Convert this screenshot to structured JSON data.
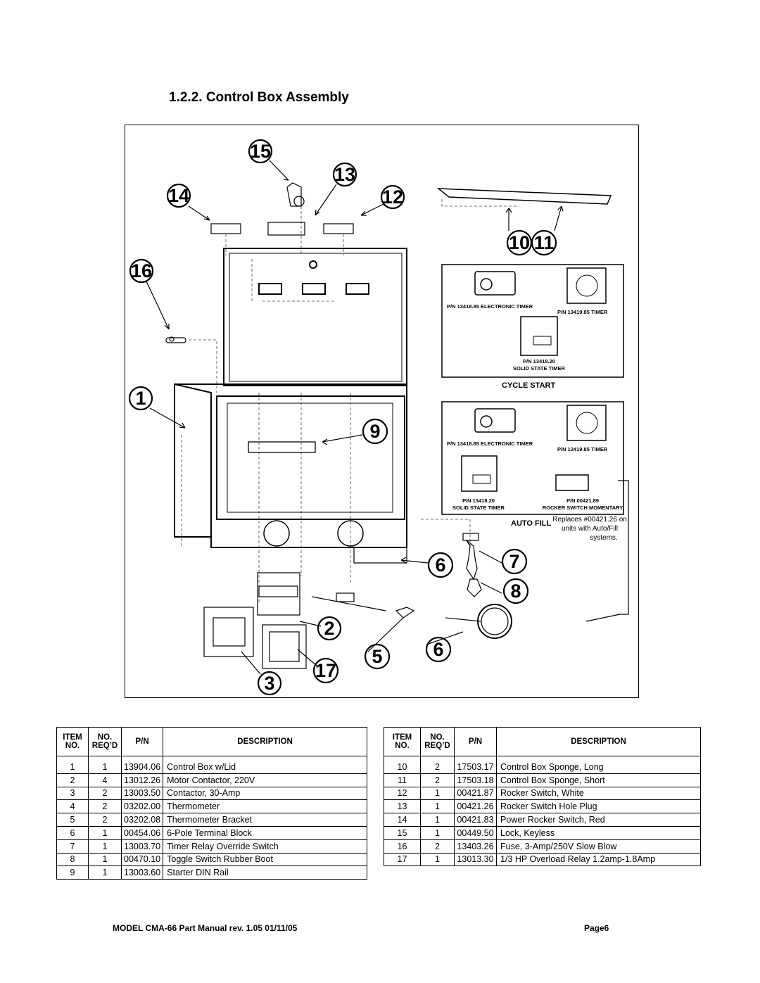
{
  "section_title": "1.2.2.  Control Box Assembly",
  "figure": {
    "callouts": [
      "15",
      "13",
      "14",
      "12",
      "10",
      "11",
      "16",
      "9",
      "1",
      "6",
      "7",
      "8",
      "2",
      "5",
      "6",
      "3",
      "17"
    ],
    "cycle_start": {
      "label": "CYCLE START",
      "electronic_timer": "P/N 13418.85 ELECTRONIC TIMER",
      "timer": "P/N 13419.85 TIMER",
      "solid_state_pn": "P/N 13418.20",
      "solid_state_label": "SOLID STATE TIMER"
    },
    "auto_fill": {
      "label": "AUTO FILL",
      "electronic_timer": "P/N 13418.85 ELECTRONIC TIMER",
      "timer": "P/N 13419.85 TIMER",
      "solid_state_pn": "P/N 13418.20",
      "solid_state_label": "SOLID STATE TIMER",
      "rocker_pn": "P/N 00421.89",
      "rocker_label": "ROCKER SWITCH MOMENTARY"
    },
    "note_lines": [
      "Replaces #00421.26 on",
      "units with Auto/Fill",
      "systems."
    ]
  },
  "table_headers": {
    "item": [
      "ITEM",
      "NO."
    ],
    "req": [
      "NO.",
      "REQ’D"
    ],
    "pn": "P/N",
    "desc": "DESCRIPTION"
  },
  "parts_left": [
    {
      "item": "1",
      "qty": "1",
      "pn": "13904.06",
      "desc": "Control Box w/Lid"
    },
    {
      "item": "2",
      "qty": "4",
      "pn": "13012.26",
      "desc": "Motor Contactor, 220V"
    },
    {
      "item": "3",
      "qty": "2",
      "pn": "13003.50",
      "desc": "Contactor, 30-Amp"
    },
    {
      "item": "4",
      "qty": "2",
      "pn": "03202.00",
      "desc": "Thermometer"
    },
    {
      "item": "5",
      "qty": "2",
      "pn": "03202.08",
      "desc": "Thermometer Bracket"
    },
    {
      "item": "6",
      "qty": "1",
      "pn": "00454.06",
      "desc": "6-Pole Terminal Block"
    },
    {
      "item": "7",
      "qty": "1",
      "pn": "13003.70",
      "desc": "Timer Relay Override Switch"
    },
    {
      "item": "8",
      "qty": "1",
      "pn": "00470.10",
      "desc": "Toggle Switch Rubber Boot"
    },
    {
      "item": "9",
      "qty": "1",
      "pn": "13003.60",
      "desc": "Starter DIN Rail"
    }
  ],
  "parts_right": [
    {
      "item": "10",
      "qty": "2",
      "pn": "17503.17",
      "desc": "Control Box Sponge, Long"
    },
    {
      "item": "11",
      "qty": "2",
      "pn": "17503.18",
      "desc": "Control Box Sponge, Short"
    },
    {
      "item": "12",
      "qty": "1",
      "pn": "00421.87",
      "desc": "Rocker Switch, White"
    },
    {
      "item": "13",
      "qty": "1",
      "pn": "00421.26",
      "desc": "Rocker Switch Hole Plug"
    },
    {
      "item": "14",
      "qty": "1",
      "pn": "00421.83",
      "desc": "Power Rocker Switch, Red"
    },
    {
      "item": "15",
      "qty": "1",
      "pn": "00449.50",
      "desc": "Lock, Keyless"
    },
    {
      "item": "16",
      "qty": "2",
      "pn": "13403.26",
      "desc": "Fuse, 3-Amp/250V Slow Blow"
    },
    {
      "item": "17",
      "qty": "1",
      "pn": "13013.30",
      "desc": "1/3 HP Overload Relay 1.2amp-1.8Amp"
    }
  ],
  "footer": {
    "left": "MODEL CMA-66 Part Manual rev. 1.05 01/11/05",
    "right": "Page6"
  }
}
